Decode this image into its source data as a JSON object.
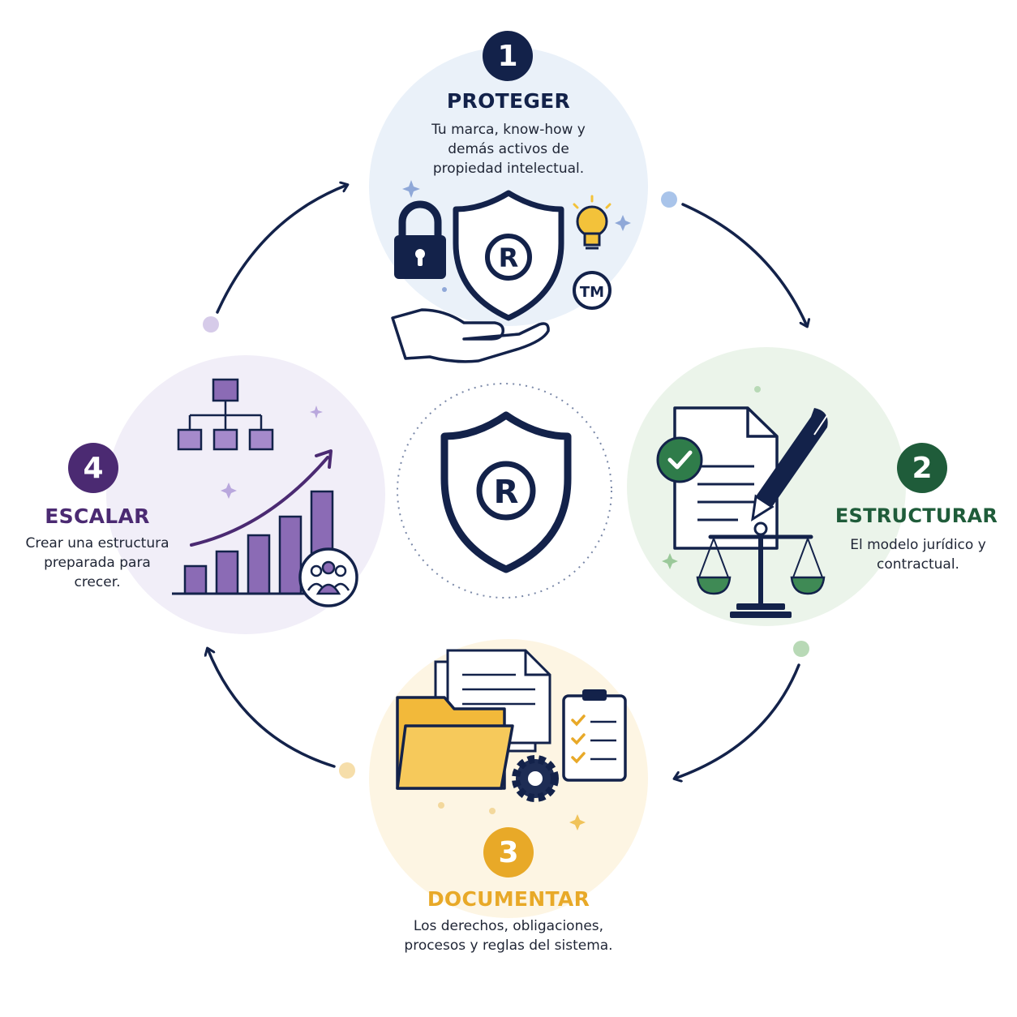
{
  "steps": [
    {
      "number": "1",
      "title": "PROTEGER",
      "description": "Tu marca, know-how y demás activos de propiedad intelectual.",
      "color": "#13224a",
      "bg": "#eaf1f9",
      "icons": [
        "padlock-icon",
        "shield-registered-icon",
        "lightbulb-icon",
        "trademark-icon",
        "open-hand-icon"
      ]
    },
    {
      "number": "2",
      "title": "ESTRUCTURAR",
      "description": "El modelo jurídico y contractual.",
      "color": "#1f5c3a",
      "bg": "#ebf4ea",
      "icons": [
        "document-check-icon",
        "pen-icon",
        "scales-icon"
      ]
    },
    {
      "number": "3",
      "title": "DOCUMENTAR",
      "description": "Los derechos, obligaciones, procesos y reglas del sistema.",
      "color": "#e8a928",
      "bg": "#fdf5e3",
      "icons": [
        "documents-icon",
        "folder-icon",
        "gear-icon",
        "checklist-clipboard-icon"
      ]
    },
    {
      "number": "4",
      "title": "ESCALAR",
      "description": "Crear una estructura preparada para crecer.",
      "color": "#4b2a72",
      "bg": "#f1eef8",
      "icons": [
        "org-chart-icon",
        "growth-bar-chart-icon",
        "team-icon"
      ]
    }
  ],
  "center": {
    "icon": "shield-registered-icon",
    "color": "#13224a"
  },
  "cycle_arrows": {
    "color": "#13224a",
    "direction": "clockwise"
  }
}
